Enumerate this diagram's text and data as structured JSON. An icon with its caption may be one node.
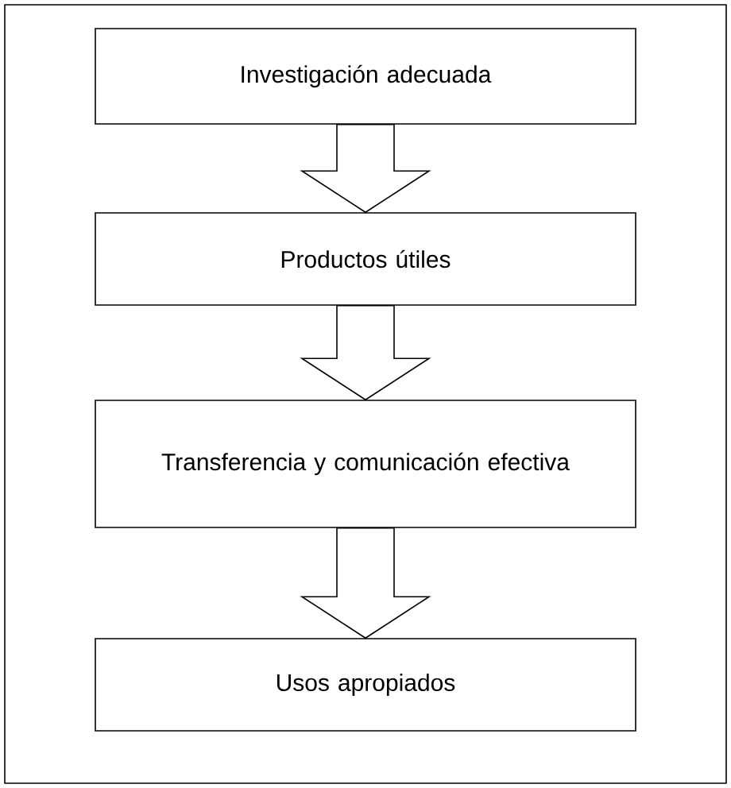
{
  "diagram": {
    "nodes": [
      {
        "text": [
          "Investigación adecuada"
        ]
      },
      {
        "text": [
          "Productos útiles"
        ]
      },
      {
        "text": [
          "Transferencia y comunicación efectiva"
        ]
      },
      {
        "text": [
          "Usos apropiados"
        ]
      }
    ],
    "edges": [
      {
        "from": 0,
        "to": 1,
        "arrow": "to"
      },
      {
        "from": 1,
        "to": 2,
        "arrow": "to"
      },
      {
        "from": 2,
        "to": 3,
        "arrow": "to"
      }
    ]
  }
}
